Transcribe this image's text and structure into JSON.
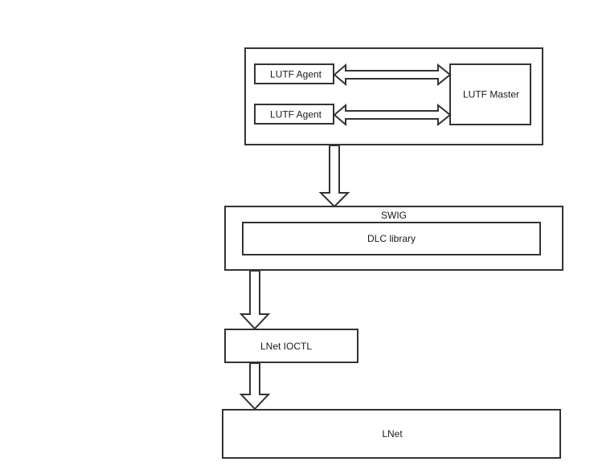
{
  "diagram": {
    "nodes": {
      "agent_1": {
        "label": "LUTF Agent"
      },
      "agent_2": {
        "label": "LUTF Agent"
      },
      "master": {
        "label": "LUTF Master"
      },
      "swig": {
        "label": "SWIG"
      },
      "dlc_library": {
        "label": "DLC library"
      },
      "lnet_ioctl": {
        "label": "LNet IOCTL"
      },
      "lnet": {
        "label": "LNet"
      }
    },
    "edges": [
      {
        "from": "agent_1",
        "to": "master",
        "type": "bidirectional"
      },
      {
        "from": "agent_2",
        "to": "master",
        "type": "bidirectional"
      },
      {
        "from": "lutf-container",
        "to": "swig",
        "type": "directed"
      },
      {
        "from": "swig",
        "to": "lnet_ioctl",
        "type": "directed"
      },
      {
        "from": "lnet_ioctl",
        "to": "lnet",
        "type": "directed"
      }
    ]
  },
  "colors": {
    "stroke": "#333333",
    "fill": "#ffffff",
    "text": "#1a1a1a"
  }
}
